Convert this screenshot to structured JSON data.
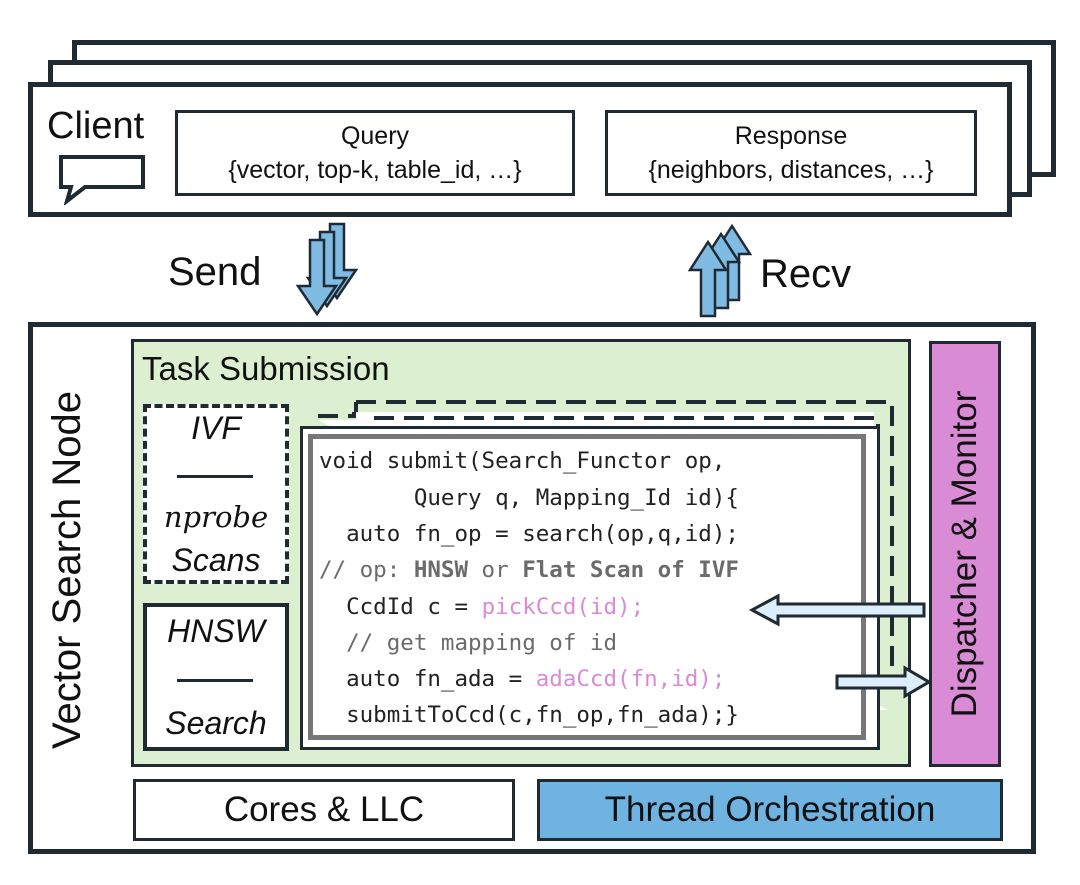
{
  "client": {
    "label": "Client",
    "query_title": "Query",
    "query_fields": "{vector, top-k, table_id, …}",
    "response_title": "Response",
    "response_fields": "{neighbors, distances, …}"
  },
  "arrows": {
    "send": "Send",
    "recv": "Recv"
  },
  "node": {
    "label": "Vector Search Node",
    "task_submission": "Task Submission",
    "ivf": {
      "title": "IVF",
      "sub1": "nprobe",
      "sub2": "Scans"
    },
    "hnsw": {
      "title": "HNSW",
      "sub": "Search"
    },
    "dispatcher": "Dispatcher & Monitor",
    "cores": "Cores & LLC",
    "thread": "Thread Orchestration"
  },
  "code": {
    "l1": "void submit(Search_Functor op,",
    "l2": "       Query q, Mapping_Id id){",
    "l3": "  auto fn_op = search(op,q,id);",
    "l4a": "// op: ",
    "l4b": "HNSW",
    "l4c": " or ",
    "l4d": "Flat Scan of IVF",
    "l5a": "  CcdId c = ",
    "l5b": "pickCcd(id);",
    "l6": "  // get mapping of id",
    "l7a": "  auto fn_ada = ",
    "l7b": "adaCcd(fn,id);",
    "l8": "  submitToCcd(c,fn_op,fn_ada);}"
  },
  "colors": {
    "client_border": "#1f2a33",
    "arrow_blue": "#7fbbe3",
    "task_green": "#dcefd0",
    "dispatcher_pink": "#d98bd6",
    "thread_blue": "#6fb3e0",
    "pink_code": "#d98bd6"
  }
}
